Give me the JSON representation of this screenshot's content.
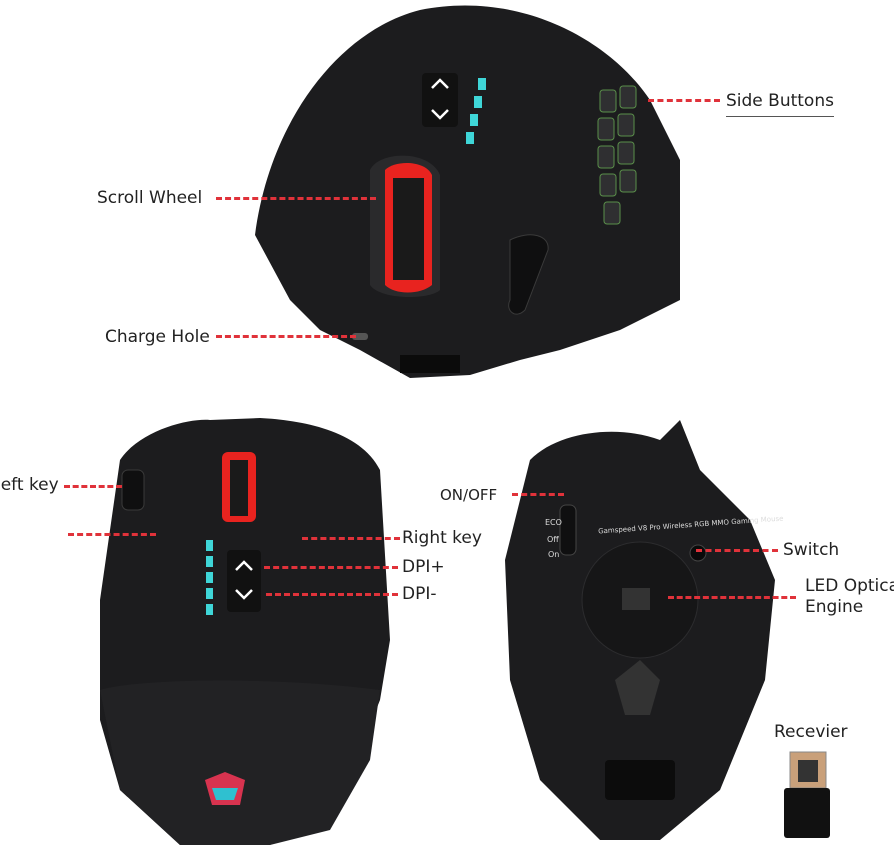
{
  "labels": {
    "side_buttons": "Side Buttons",
    "scroll_wheel": "Scroll Wheel",
    "charge_hole": "Charge Hole",
    "left_key": "left key",
    "right_key": "Right key",
    "dpi_plus": "DPI+",
    "dpi_minus": "DPI-",
    "on_off": "ON/OFF",
    "switch": "Switch",
    "led_optical_line1": "LED Optical",
    "led_optical_line2": "Engine",
    "receiver": "Recevier"
  },
  "mouse_bottom": {
    "product_name": "Gamspeed V8 Pro Wireless RGB MMO Gaming Mouse",
    "eco": "ECO",
    "off": "Off",
    "on": "On"
  },
  "colors": {
    "accent_line": "#e0323a",
    "mouse_body": "#1c1c1e",
    "led_cyan": "#3fd6d8",
    "wheel_red": "#e8231f"
  }
}
